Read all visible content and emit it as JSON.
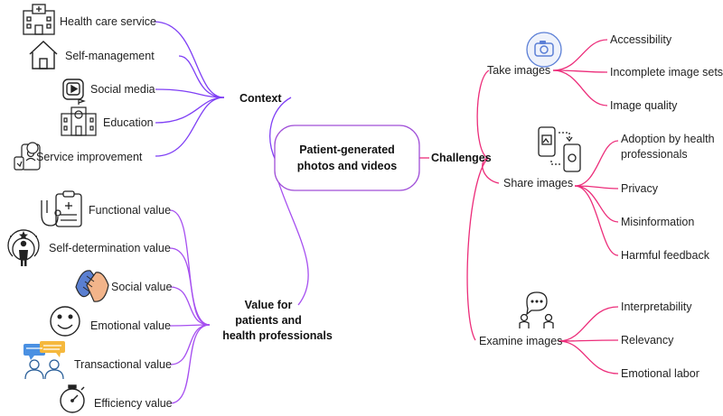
{
  "center": {
    "line1": "Patient-generated",
    "line2": "photos and videos"
  },
  "context": {
    "title": "Context",
    "items": [
      {
        "label": "Health care service",
        "icon": "hospital-icon"
      },
      {
        "label": "Self-management",
        "icon": "house-icon"
      },
      {
        "label": "Social media",
        "icon": "social-media-play-icon"
      },
      {
        "label": "Education",
        "icon": "school-building-icon"
      },
      {
        "label": "Service improvement",
        "icon": "service-improvement-icon"
      }
    ]
  },
  "value": {
    "title_lines": [
      "Value for",
      "patients and",
      "health professionals"
    ],
    "items": [
      {
        "label": "Functional value",
        "icon": "stethoscope-clipboard-icon"
      },
      {
        "label": "Self-determination value",
        "icon": "person-star-icon"
      },
      {
        "label": "Social value",
        "icon": "handshake-icon"
      },
      {
        "label": "Emotional value",
        "icon": "smiley-icon"
      },
      {
        "label": "Transactional value",
        "icon": "people-chat-icon"
      },
      {
        "label": "Efficiency value",
        "icon": "stopwatch-icon"
      }
    ]
  },
  "challenges": {
    "title": "Challenges",
    "groups": [
      {
        "label": "Take images",
        "icon": "camera-icon",
        "items": [
          "Accessibility",
          "Incomplete image sets",
          "Image quality"
        ]
      },
      {
        "label": "Share images",
        "icon": "phones-share-icon",
        "items": [
          [
            "Adoption by health",
            "professionals"
          ],
          "Privacy",
          "Misinformation",
          "Harmful feedback"
        ]
      },
      {
        "label": "Examine images",
        "icon": "people-discuss-icon",
        "items": [
          "Interpretability",
          "Relevancy",
          "Emotional labor"
        ]
      }
    ]
  },
  "colors": {
    "context": "#7f3ff5",
    "value": "#a64ff0",
    "challenges": "#ec2d7a",
    "center_border": "#a04fd8",
    "camera": "#5b7fd6",
    "ink": "#222222"
  }
}
